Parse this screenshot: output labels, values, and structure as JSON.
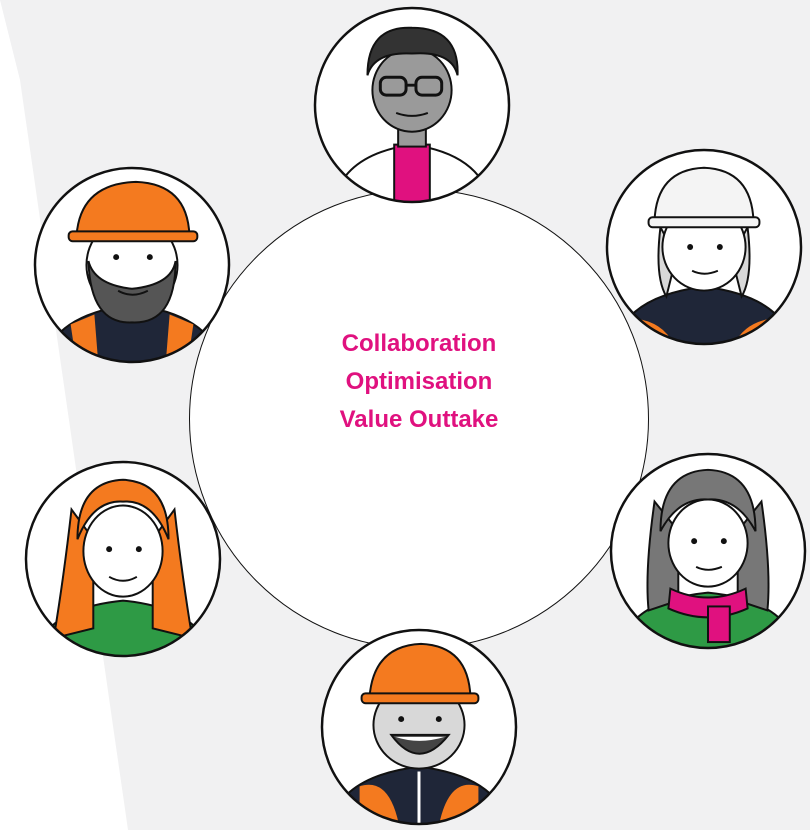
{
  "center": {
    "lines": [
      "Collaboration",
      "Optimisation",
      "Value Outtake"
    ]
  },
  "colors": {
    "accent": "#e0117f",
    "background_panel": "#f1f1f2",
    "hi_vis_orange": "#f47a1f",
    "vest_navy": "#1f2638",
    "green": "#2e9a45"
  },
  "avatars": [
    {
      "name": "person-glasses-icon",
      "position": "top"
    },
    {
      "name": "bearded-worker-hardhat-icon",
      "position": "upper-left"
    },
    {
      "name": "worker-white-hardhat-icon",
      "position": "upper-right"
    },
    {
      "name": "woman-orange-hair-icon",
      "position": "lower-left"
    },
    {
      "name": "woman-pink-scarf-icon",
      "position": "lower-right"
    },
    {
      "name": "laughing-worker-hardhat-icon",
      "position": "bottom"
    }
  ]
}
